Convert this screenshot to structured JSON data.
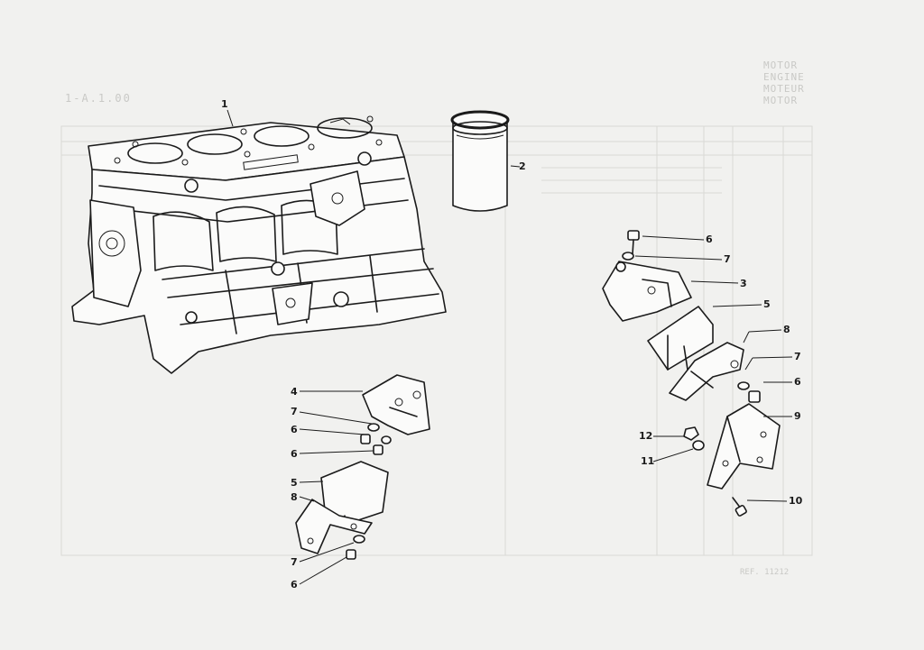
{
  "sheet": {
    "ref_code": "1-A.1.00",
    "languages_block": [
      "MOTOR",
      "ENGINE",
      "MOTEUR",
      "MOTOR"
    ],
    "footer_code": "REF. 11212"
  },
  "callouts": [
    {
      "id": "c1",
      "label": "1"
    },
    {
      "id": "c2",
      "label": "2"
    },
    {
      "id": "c3",
      "label": "3"
    },
    {
      "id": "c4",
      "label": "4"
    },
    {
      "id": "c5a",
      "label": "5"
    },
    {
      "id": "c5b",
      "label": "5"
    },
    {
      "id": "c6a",
      "label": "6"
    },
    {
      "id": "c6b",
      "label": "6"
    },
    {
      "id": "c6c",
      "label": "6"
    },
    {
      "id": "c6d",
      "label": "6"
    },
    {
      "id": "c6e",
      "label": "6"
    },
    {
      "id": "c7a",
      "label": "7"
    },
    {
      "id": "c7b",
      "label": "7"
    },
    {
      "id": "c7c",
      "label": "7"
    },
    {
      "id": "c7d",
      "label": "7"
    },
    {
      "id": "c8a",
      "label": "8"
    },
    {
      "id": "c8b",
      "label": "8"
    },
    {
      "id": "c9",
      "label": "9"
    },
    {
      "id": "c10",
      "label": "10"
    },
    {
      "id": "c11",
      "label": "11"
    },
    {
      "id": "c12",
      "label": "12"
    }
  ],
  "parts": {
    "engine_block": "engine-block",
    "cylinder_liner": "cylinder-liner",
    "right_mount_bracket": "engine-mount-bracket",
    "left_mount_bracket": "engine-mount-bracket"
  }
}
